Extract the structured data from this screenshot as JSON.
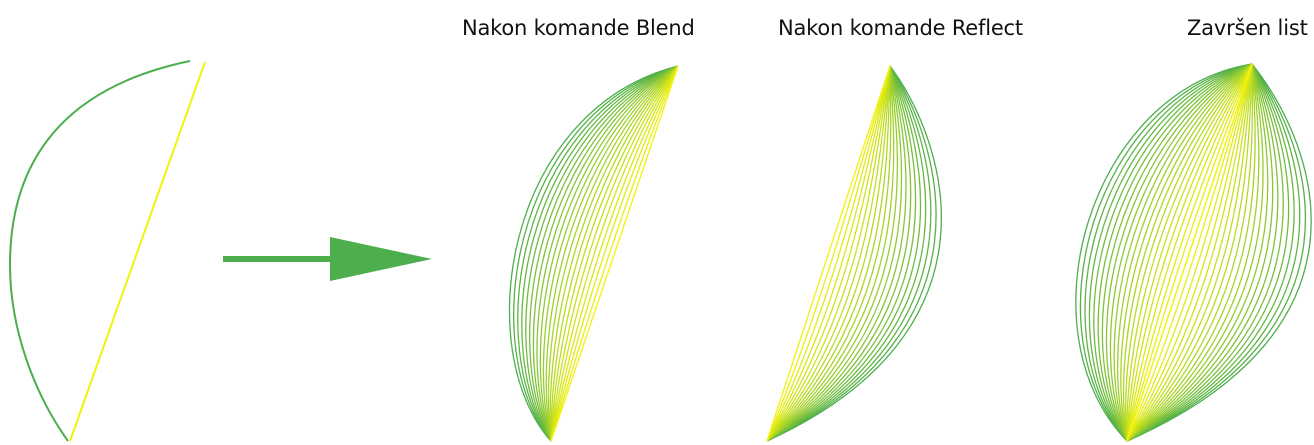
{
  "captions": {
    "blend": "Nakon komande Blend",
    "reflect": "Nakon komande Reflect",
    "final": "Završen list"
  },
  "colors": {
    "green": "#4cae4c",
    "yellow": "#f2f20a",
    "arrow": "#4cae4c"
  },
  "blend": {
    "steps": 20
  }
}
